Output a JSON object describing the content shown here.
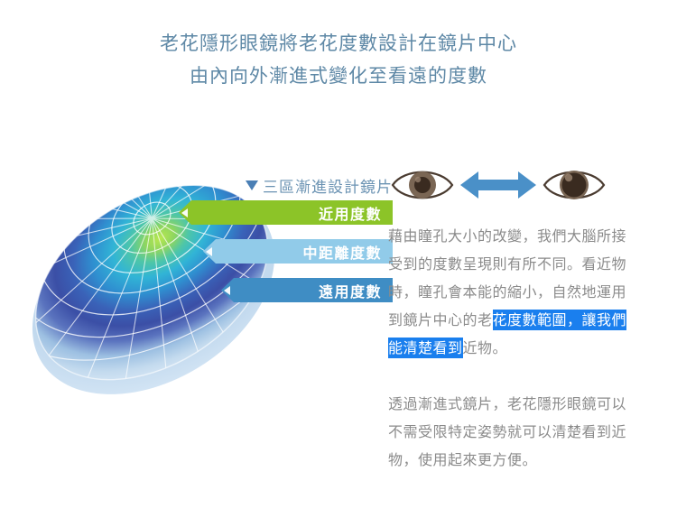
{
  "headline": {
    "line1": "老花隱形眼鏡將老花度數設計在鏡片中心",
    "line2": "由內向外漸進式變化至看遠的度數",
    "color": "#5e88a6"
  },
  "diagram": {
    "heading": "三區漸進設計鏡片",
    "marker_icon": "triangle-down-icon",
    "lens_icon": "progressive-lens-3d-icon",
    "zones": [
      {
        "label": "近用度數",
        "color": "#8cc428",
        "zone": "near"
      },
      {
        "label": "中距離度數",
        "color": "#91cbe9",
        "zone": "intermediate"
      },
      {
        "label": "遠用度數",
        "color": "#3f8dc4",
        "zone": "far"
      }
    ]
  },
  "eyes": {
    "left_icon": "eye-small-pupil-icon",
    "right_icon": "eye-large-pupil-icon",
    "arrow_icon": "double-headed-arrow-icon",
    "arrow_color": "#4a90c8",
    "eye_color": "#6b5a4e"
  },
  "copy": {
    "paragraph1_part1": "藉由瞳孔大小的改變，我們大腦所接受到的度數呈現則有所不同。看近物時，瞳孔會本能的縮小，自然地運用到鏡片中心的老",
    "paragraph1_highlight": "花度數範圍，讓我們能清楚看到",
    "paragraph1_part2": "近物。",
    "paragraph2": "透過漸進式鏡片，老花隱形眼鏡可以不需受限特定姿勢就可以清楚看到近物，使用起來更方便。",
    "highlight_color": "#1a7fee",
    "text_color": "#8b8b8b"
  }
}
